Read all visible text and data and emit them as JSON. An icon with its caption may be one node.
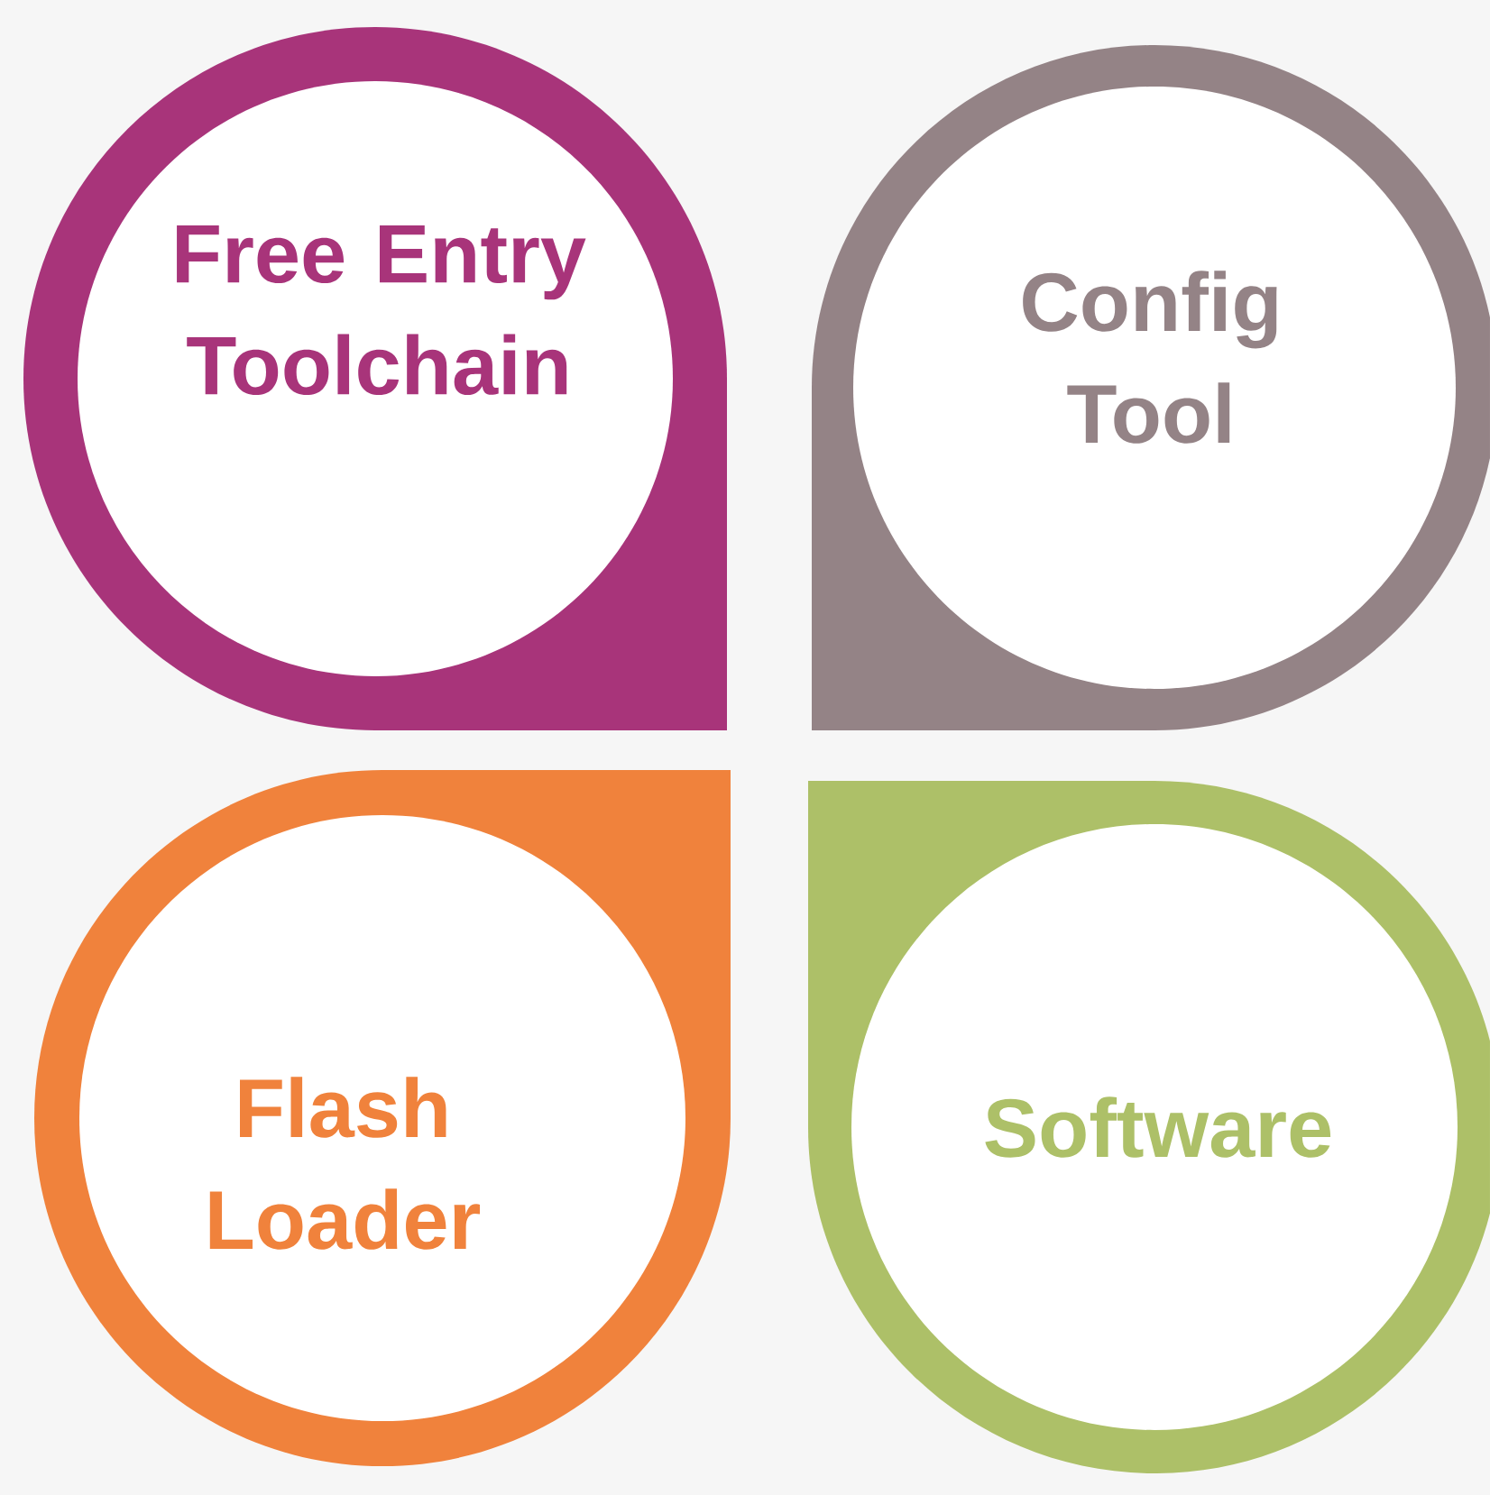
{
  "diagram": {
    "nodes": [
      {
        "text": [
          "Free Entry Toolchain"
        ]
      },
      {
        "text": [
          "Config Tool"
        ]
      },
      {
        "text": [
          "Flash Loader"
        ]
      },
      {
        "text": [
          "Software"
        ]
      }
    ]
  }
}
